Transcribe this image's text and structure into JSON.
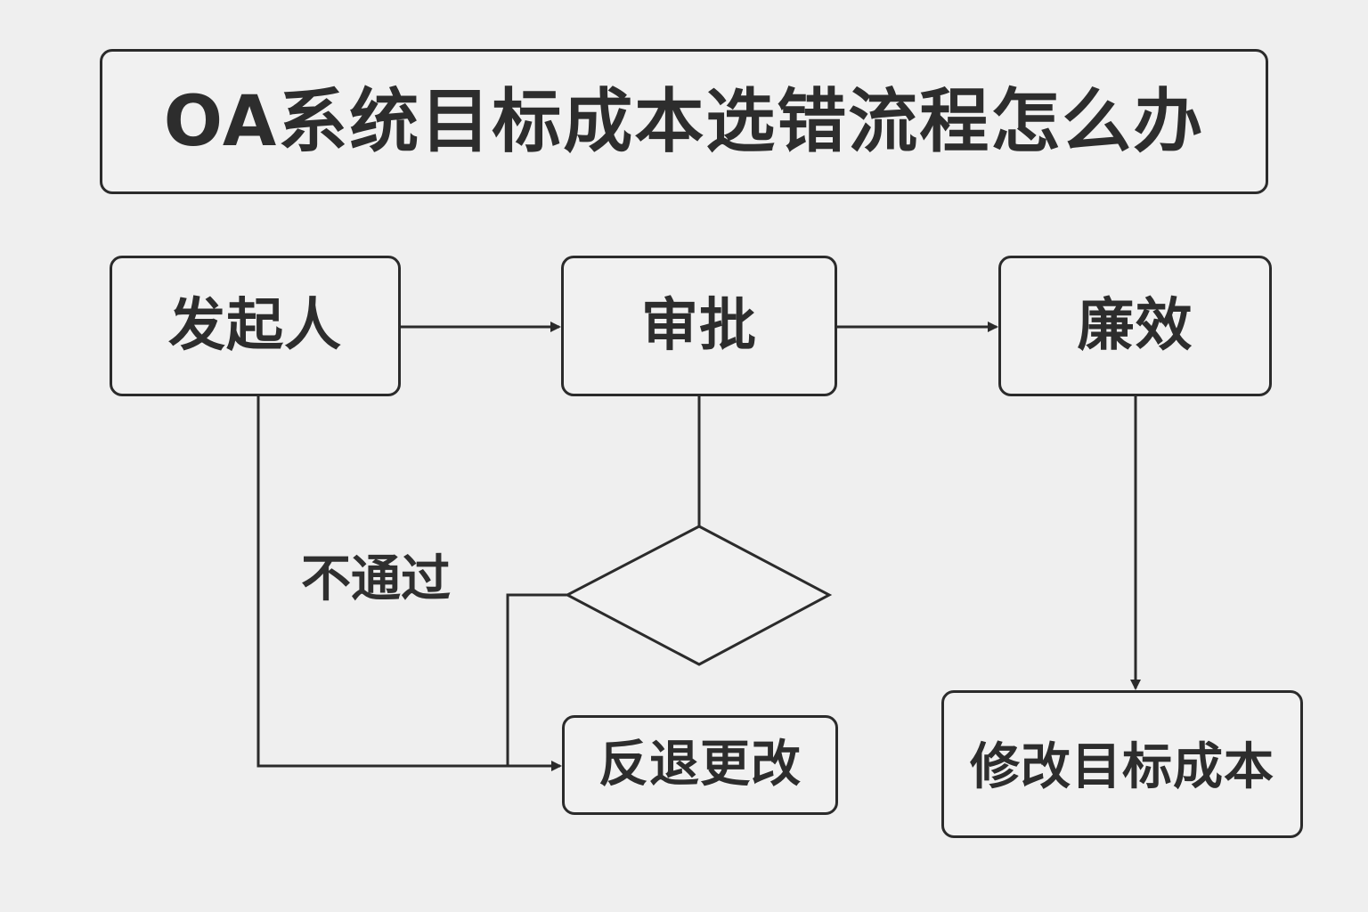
{
  "diagram": {
    "title": "OA系统目标成本选错流程怎么办",
    "nodes": {
      "initiator": "发起人",
      "approval": "审批",
      "third": "廉效",
      "return": "反退更改",
      "modify": "修改目标成本"
    },
    "edge_labels": {
      "reject": "不通过"
    }
  }
}
